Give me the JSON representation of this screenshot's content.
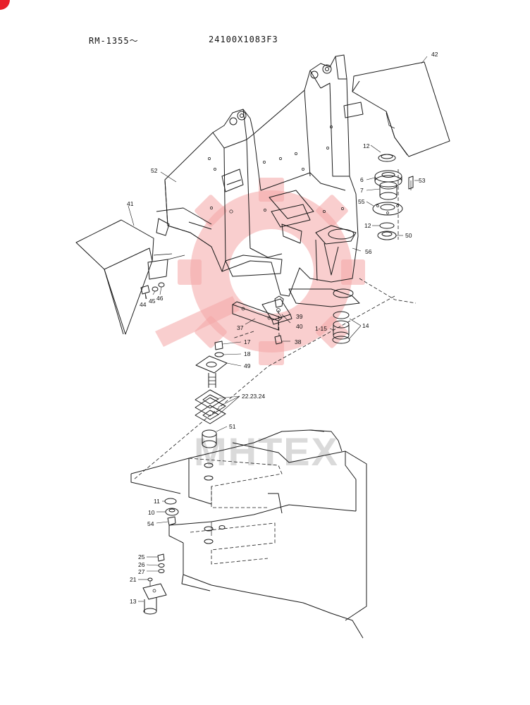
{
  "header": {
    "model_range": "RM-1355〜",
    "drawing_code": "24100X1083F3"
  },
  "watermark": {
    "text": "MHTEX",
    "color": "#f4a6a6"
  },
  "callouts": {
    "c42": "42",
    "c12a": "12",
    "c6": "6",
    "c7": "7",
    "c53": "53",
    "c55": "55",
    "c12b": "12",
    "c50": "50",
    "c52": "52",
    "c56": "56",
    "c41": "41",
    "c44": "44",
    "c45": "45",
    "c46": "46",
    "c39": "39",
    "c40": "40",
    "c37": "37",
    "c14": "14",
    "c115": "1-15",
    "c38": "38",
    "c17": "17",
    "c18": "18",
    "c49": "49",
    "c222324": "22.23.24",
    "c51": "51",
    "c11": "11",
    "c10": "10",
    "c54": "54",
    "c25": "25",
    "c26": "26",
    "c27": "27",
    "c21": "21",
    "c13": "13"
  },
  "icons": {
    "corner": "red-corner-marker-icon",
    "gear": "gear-watermark-icon"
  }
}
